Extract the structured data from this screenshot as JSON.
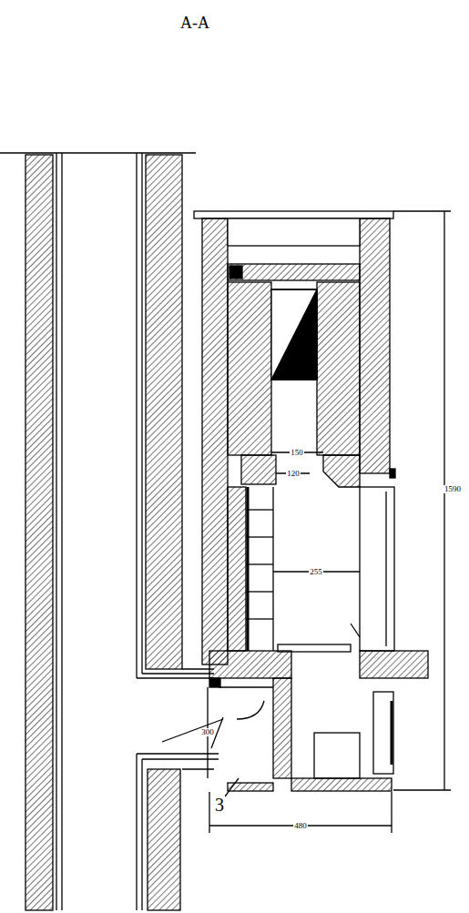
{
  "diagram": {
    "title": "A-A",
    "labels": [
      "150",
      "120",
      "255",
      "1590",
      "300",
      "480",
      "3"
    ]
  }
}
